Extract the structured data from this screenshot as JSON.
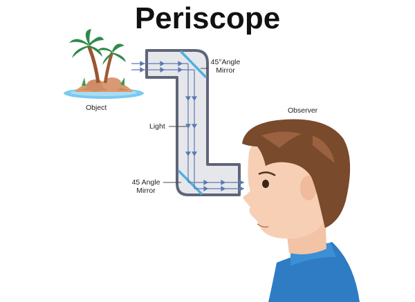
{
  "title": "Periscope",
  "labels": {
    "object": "Object",
    "observer": "Observer",
    "light": "Light",
    "top_mirror_line1": "45°Angle",
    "top_mirror_line2": "Mirror",
    "bottom_mirror_line1": "45 Angle",
    "bottom_mirror_line2": "Mirror"
  },
  "colors": {
    "tube_border": "#5f6579",
    "tube_fill": "#e6e7ea",
    "mirror": "#4fb0df",
    "light_ray": "#5b79b4",
    "hair": "#7a4a2c",
    "skin": "#f6cfb4",
    "shirt": "#2f7bc4",
    "water": "#6cc3ea",
    "palm_leaf": "#2f8a4a"
  }
}
